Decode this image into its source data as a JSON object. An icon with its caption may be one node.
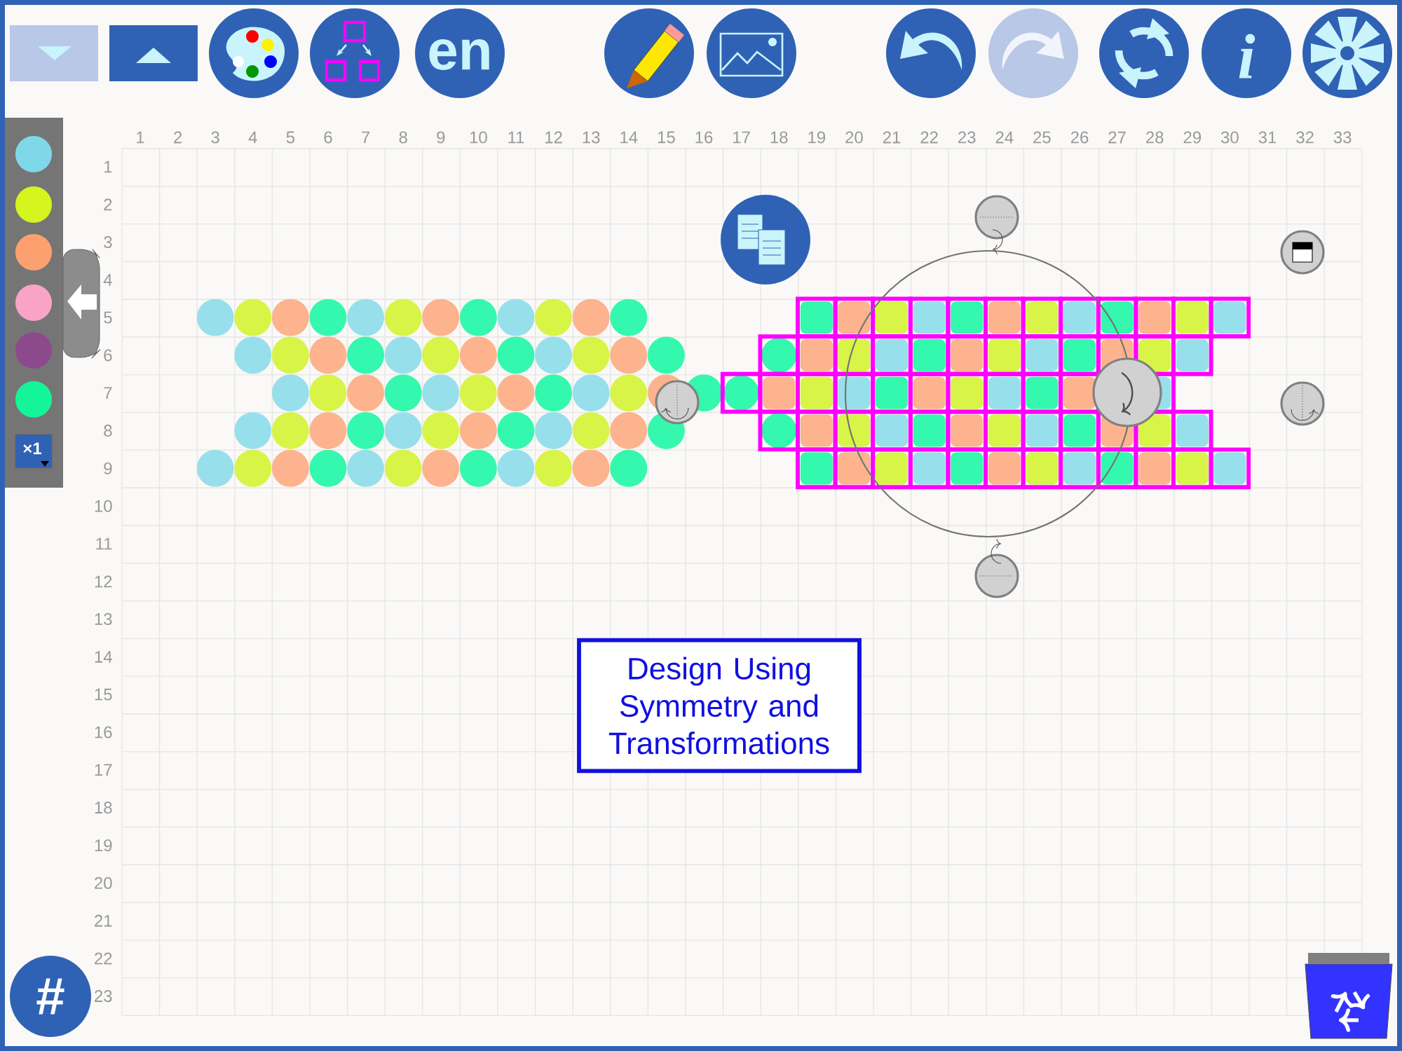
{
  "diagram": {
    "nodes": [
      {
        "text": [
          "Design Using Symmetry and Transformations"
        ]
      }
    ],
    "labels": [
      "en",
      "i",
      "×1",
      "1",
      "2",
      "3",
      "4",
      "5",
      "6",
      "7",
      "8",
      "9",
      "10",
      "11",
      "12",
      "13",
      "14",
      "15",
      "16",
      "17",
      "18",
      "19",
      "20",
      "21",
      "22",
      "23",
      "24",
      "25",
      "26",
      "27",
      "28",
      "29",
      "30",
      "31",
      "32",
      "33",
      "1",
      "2",
      "3",
      "4",
      "5",
      "6",
      "7",
      "8",
      "9",
      "10",
      "11",
      "12",
      "13",
      "14",
      "15",
      "16",
      "17",
      "18",
      "19",
      "20",
      "21",
      "22",
      "23",
      "#"
    ]
  }
}
